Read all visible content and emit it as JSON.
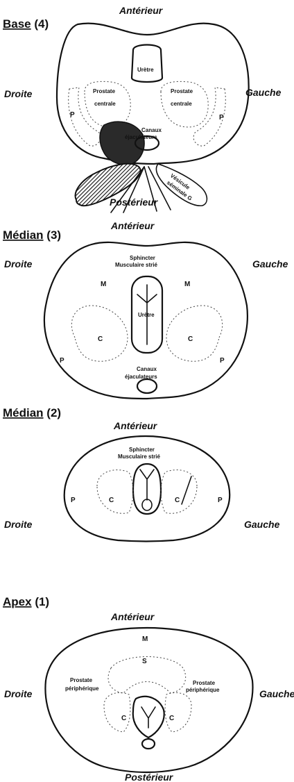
{
  "sections": [
    {
      "title": "Base",
      "number": "(4)",
      "anterior": "Antérieur",
      "right": "Droite",
      "left": "Gauche",
      "posterior": "Postérieur",
      "labels": {
        "urethra": "Urètre",
        "central_r1": "Prostate",
        "central_r2": "centrale",
        "central_l1": "Prostate",
        "central_l2": "centrale",
        "peripheral_r": "P",
        "peripheral_l": "P",
        "ducts_1": "Canaux",
        "ducts_2": "éjaculateurs",
        "vesicle_1": "Vésicule",
        "vesicle_2": "séminale G"
      }
    },
    {
      "title": "Médian",
      "number": "(3)",
      "anterior": "Antérieur",
      "right": "Droite",
      "left": "Gauche",
      "labels": {
        "sphincter_1": "Sphincter",
        "sphincter_2": "Musculaire strié",
        "muscle_r": "M",
        "muscle_l": "M",
        "urethra": "Urètre",
        "central_r": "C",
        "central_l": "C",
        "peripheral_r": "P",
        "peripheral_l": "P",
        "ducts_1": "Canaux",
        "ducts_2": "éjaculateurs"
      }
    },
    {
      "title": "Médian",
      "number": "(2)",
      "anterior": "Antérieur",
      "right": "Droite",
      "left": "Gauche",
      "labels": {
        "sphincter_1": "Sphincter",
        "sphincter_2": "Musculaire strié",
        "peripheral_r": "P",
        "central_r": "C",
        "central_l": "C",
        "peripheral_l": "P"
      }
    },
    {
      "title": "Apex",
      "number": "(1)",
      "anterior": "Antérieur",
      "right": "Droite",
      "left": "Gauche",
      "posterior": "Postérieur",
      "labels": {
        "muscle": "M",
        "sphincter": "S",
        "peripheral_r1": "Prostate",
        "peripheral_r2": "périphérique",
        "peripheral_l1": "Prostate",
        "peripheral_l2": "périphérique",
        "central_r": "C",
        "central_l": "C"
      }
    }
  ]
}
